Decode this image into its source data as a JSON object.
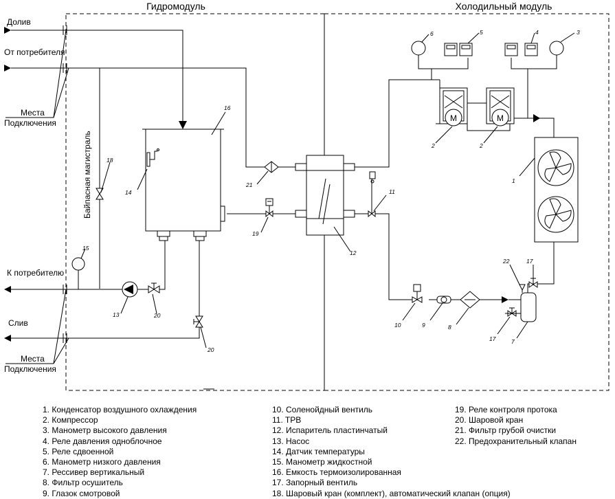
{
  "sections": {
    "hydro": "Гидромодуль",
    "cold": "Холодильный модуль"
  },
  "labels": {
    "fill": "Долив",
    "from_consumer": "От потребителя",
    "to_consumer": "К потребителю",
    "drain": "Слив",
    "connections_1a": "Места",
    "connections_1b": "Подключения",
    "connections_2a": "Места",
    "connections_2b": "Подключения",
    "bypass": "Байпасная магистраль",
    "motor_1": "M",
    "motor_2": "M"
  },
  "numbers": {
    "n1": "1",
    "n2a": "2",
    "n2b": "2",
    "n3": "3",
    "n4": "4",
    "n5": "5",
    "n6": "6",
    "n7": "7",
    "n8": "8",
    "n9": "9",
    "n10": "10",
    "n11": "11",
    "n12": "12",
    "n13": "13",
    "n14": "14",
    "n15": "15",
    "n16": "16",
    "n17a": "17",
    "n17b": "17",
    "n18": "18",
    "n19": "19",
    "n20a": "20",
    "n20b": "20",
    "n21": "21",
    "n22": "22"
  },
  "legend": {
    "col1": [
      "1. Конденсатор воздушного охлаждения",
      "2. Компрессор",
      "3. Манометр высокого давления",
      "4. Реле давления одноблочное",
      "5. Реле сдвоенной",
      "6. Манометр низкого давления",
      "7. Рессивер вертикальный",
      "8. Фильтр осушитель",
      "9. Глазок смотровой"
    ],
    "col2": [
      "10. Соленойдный вентиль",
      "11. TPB",
      "12. Испаритель пластинчатый",
      "13. Насос",
      "14. Датчик температуры",
      "15. Манометр жидкостной",
      "16. Емкость термоизолированная",
      "17. Запорный вентиль",
      "18. Шаровый кран (комплект), автоматический клапан (опция)"
    ],
    "col3": [
      "19. Реле контроля протока",
      "20. Шаровой кран",
      "21. Фильтр грубой очистки",
      "22. Предохранительный клапан"
    ]
  }
}
